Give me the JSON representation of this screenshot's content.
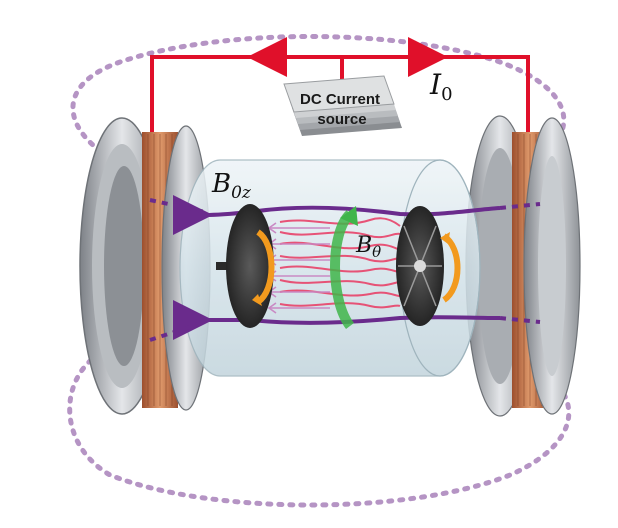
{
  "diagram": {
    "source_label_line1": "DC Current",
    "source_label_line2": "source",
    "current_label": "I",
    "current_subscript": "0",
    "axial_field_label": "B",
    "axial_field_subscript": "0z",
    "azimuthal_field_label": "B",
    "azimuthal_field_subscript": "θ"
  },
  "colors": {
    "wire": "#e0102a",
    "field_line": "#6a2b8c",
    "dotted_loop": "#b594c4",
    "copper": "#c8744a",
    "rotor_ring": "#f29a1e",
    "azimuthal_arrow": "#3fb54a",
    "streamline": "#e8436a",
    "flow_arrow": "#c98ac4",
    "cylinder": "#d8e6ec"
  },
  "icons": {
    "left_coil": "helmholtz-coil-icon",
    "right_coil": "helmholtz-coil-icon",
    "left_rotor": "rotor-disk-icon",
    "right_rotor": "rotor-disk-icon"
  }
}
